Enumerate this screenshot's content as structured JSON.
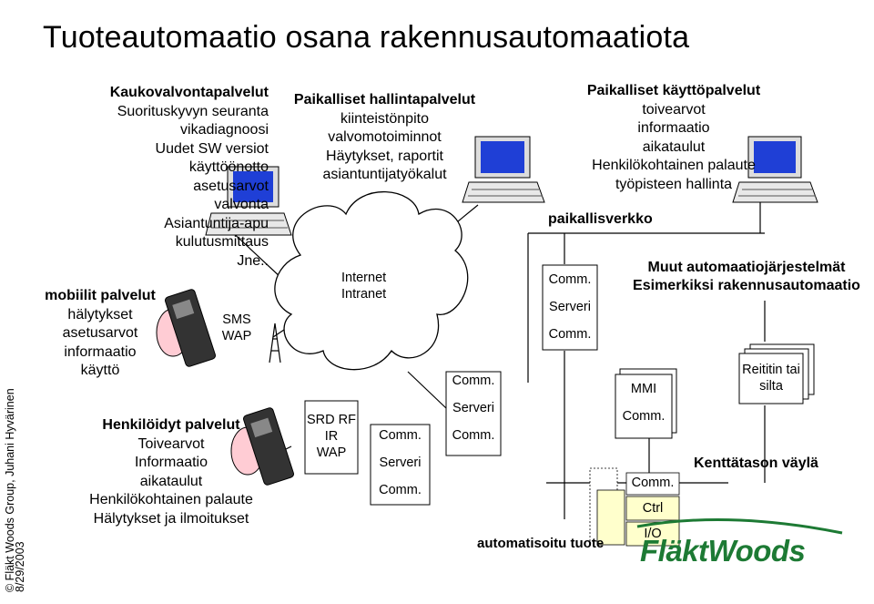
{
  "title": "Tuoteautomaatio osana rakennusautomaatiota",
  "sidebar": {
    "copyright": "© Fläkt Woods Group, Juhani Hyvärinen",
    "date": "8/29/2003"
  },
  "remote": {
    "header": "Kaukovalvontapalvelut",
    "items": [
      "Suorituskyvyn seuranta",
      "vikadiagnoosi",
      "Uudet SW versiot",
      "käyttöönotto",
      "asetusarvot",
      "valvonta",
      "Asiantuntija-apu",
      "kulutusmittaus",
      "Jne.."
    ]
  },
  "mobile": {
    "header": "mobiilit palvelut",
    "items": [
      "hälytykset",
      "asetusarvot",
      "informaatio",
      "käyttö"
    ]
  },
  "sms_wap": [
    "SMS",
    "WAP"
  ],
  "personal": {
    "header": "Henkilöidyt palvelut",
    "items": [
      "Toivearvot",
      "Informaatio",
      "aikataulut",
      "Henkilökohtainen palaute",
      "Hälytykset ja ilmoitukset"
    ]
  },
  "local_admin": {
    "header": "Paikalliset hallintapalvelut",
    "items": [
      "kiinteistönpito",
      "valvomotoiminnot",
      "Häytykset, raportit",
      "asiantuntijatyökalut"
    ]
  },
  "cloud_label": [
    "Internet",
    "Intranet"
  ],
  "local_use": {
    "header": "Paikalliset käyttöpalvelut",
    "items": [
      "toivearvot",
      "informaatio",
      "aikataulut",
      "Henkilökohtainen palaute",
      "työpisteen hallinta"
    ]
  },
  "local_network": "paikallisverkko",
  "other_systems": {
    "line1": "Muut automaatiojärjestelmät",
    "line2": "Esimerkiksi rakennusautomaatio"
  },
  "server_a": [
    "Comm.",
    "Serveri",
    "Comm."
  ],
  "server_b": [
    "Comm.",
    "Serveri",
    "Comm."
  ],
  "server_c": [
    "Comm.",
    "Serveri",
    "Comm."
  ],
  "wireless": [
    "SRD RF",
    "IR",
    "WAP"
  ],
  "mmi": [
    "MMI",
    "Comm."
  ],
  "product": [
    "Comm.",
    "Ctrl",
    "I/O"
  ],
  "router": [
    "Reititin tai",
    "silta"
  ],
  "fieldbus": "Kenttätason väylä",
  "product_automation": "automatisoitu tuote",
  "logo": "FläktWoods",
  "colors": {
    "logo_green": "#1d7a34",
    "screen_blue": "#1f3fd6",
    "product_yellow": "#ffffcc",
    "hand_pink": "#ffccd4"
  }
}
